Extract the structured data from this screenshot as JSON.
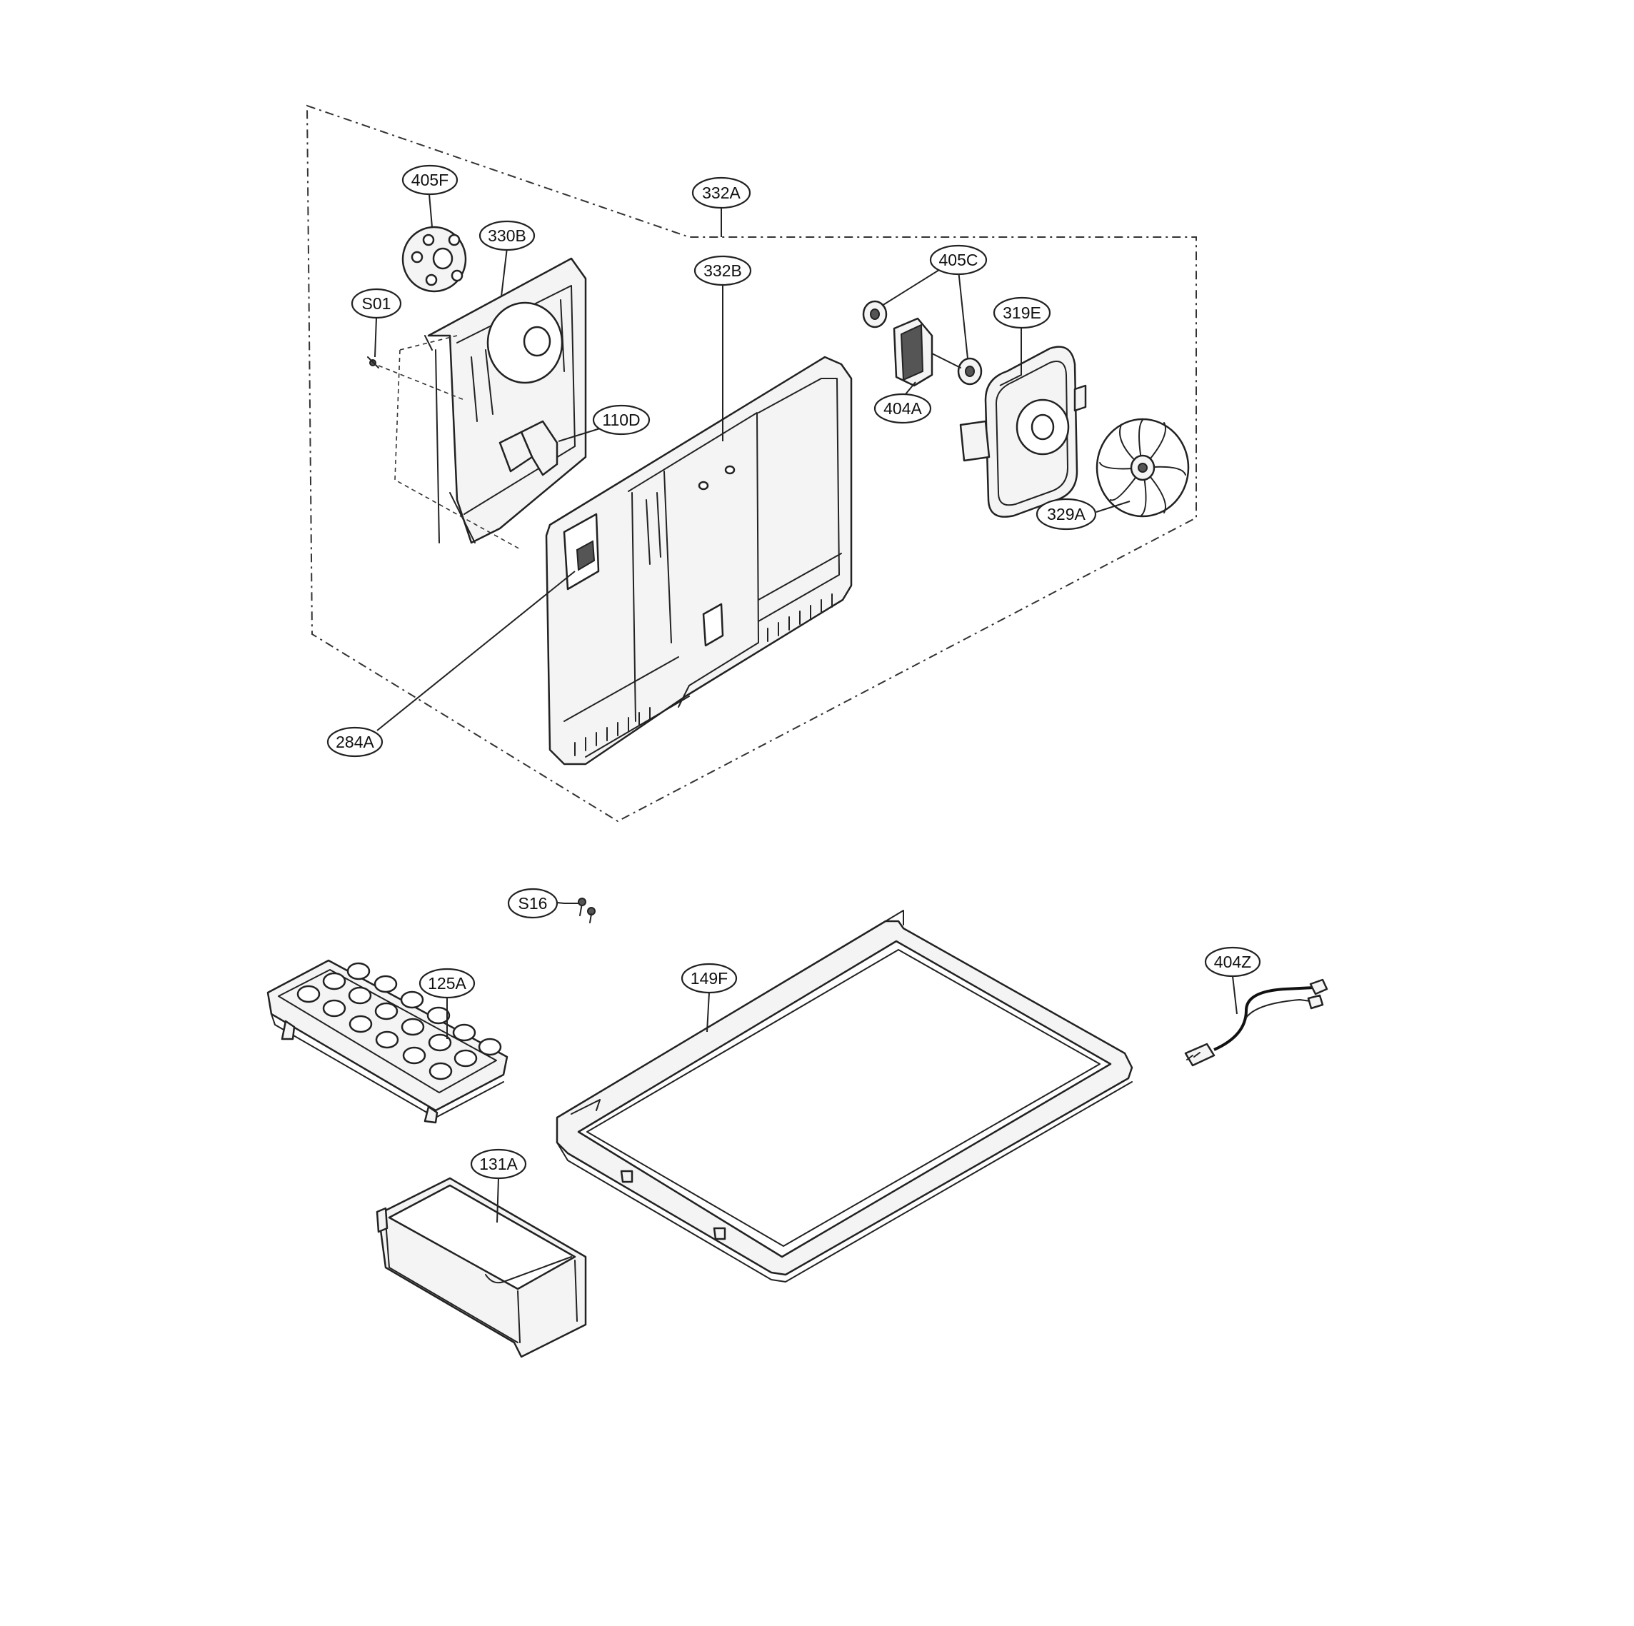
{
  "callouts": [
    {
      "id": "405F",
      "label": "405F"
    },
    {
      "id": "330B",
      "label": "330B"
    },
    {
      "id": "S01",
      "label": "S01"
    },
    {
      "id": "332A",
      "label": "332A"
    },
    {
      "id": "405C",
      "label": "405C"
    },
    {
      "id": "319E",
      "label": "319E"
    },
    {
      "id": "332B",
      "label": "332B"
    },
    {
      "id": "404A",
      "label": "404A"
    },
    {
      "id": "110D",
      "label": "110D"
    },
    {
      "id": "329A",
      "label": "329A"
    },
    {
      "id": "284A",
      "label": "284A"
    },
    {
      "id": "S16",
      "label": "S16"
    },
    {
      "id": "125A",
      "label": "125A"
    },
    {
      "id": "149F",
      "label": "149F"
    },
    {
      "id": "404Z",
      "label": "404Z"
    },
    {
      "id": "131A",
      "label": "131A"
    }
  ]
}
